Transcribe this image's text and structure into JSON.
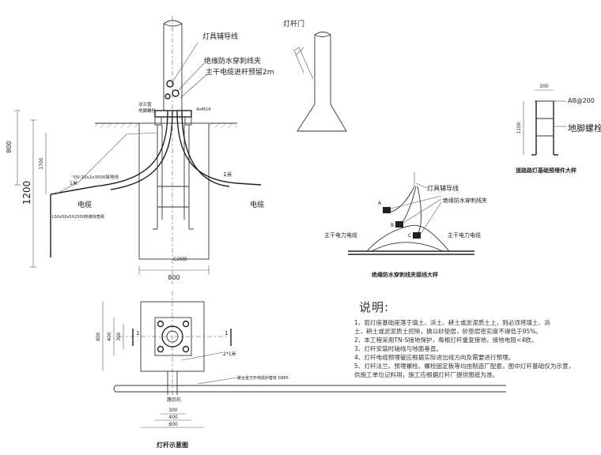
{
  "left": {
    "label_aux_wire": "灯具辅导线",
    "label_clamp": "绝缘防水穿刺线夹",
    "label_main_cable": "主干电缆进杆预留2m",
    "label_flange": "法兰盘",
    "label_foot_bolt": "地脚螺栓",
    "label_bolt_count": "4xM24",
    "label_cable_left": "电缆",
    "label_cable_right": "电缆",
    "label_earth_wire": "YJV-10x2x3000接地线",
    "label_earth_rod": "L50x50x5X2500热镀锌角钢",
    "label_1m_left": "1米",
    "label_1m_right": "1米",
    "label_c25": "C25砼",
    "dim_800_total": "800",
    "dim_1200": "1200",
    "dim_1700": "1700",
    "dim_800_bottom": "800"
  },
  "door": {
    "label": "灯杆门"
  },
  "detail": {
    "dim_300": "300",
    "dim_1100": "1100",
    "rebar": "A8@200",
    "anchor": "地脚螺栓",
    "caption": "道路路灯基础预埋件大样"
  },
  "splice": {
    "label_aux": "灯具辅导线",
    "label_clamp": "绝缘防水穿刺线夹",
    "label_main_left": "主干电力电缆",
    "label_main_right": "主干电力电缆",
    "tag_a": "A",
    "tag_b": "B",
    "tag_c": "C",
    "caption": "绝缘防水穿刺线夹接线大样"
  },
  "plan": {
    "dim_800_v": "800",
    "dim_400_v": "400",
    "dim_300_v": "300",
    "section_left": "1",
    "section_right": "1",
    "pipe_label": "2*1米",
    "conduit": "聚合金方形电缆护套管 D885",
    "curb": "路沿石",
    "dim_300_h": "300",
    "dim_400_h": "400",
    "dim_800_h": "800",
    "caption": "灯杆示意图"
  },
  "notes": {
    "title": "说明:",
    "items": [
      "1、若灯座基础座落于填土、浜土、耕土或淤泥质土上，则必须将填土、浜",
      "   土、耕土或淤泥质土挖除，换以砂垫层，砂垫层密实度不得低于95%。",
      "2、本工程采用TN-S接地保护，每根灯杆重复接地，接地电阻<4欧。",
      "3、灯杆安装时轴线与地面垂直。",
      "4、灯杆电缆预埋管应根据实际进出线方向及需要进行预埋。",
      "5、灯杆法兰、预埋螺栓、螺栓固定板等均由制造厂配套，图中灯杆基础仅为示意，",
      "   供施工单位记料用，施工应根据灯杆厂提供图纸为准。"
    ]
  }
}
